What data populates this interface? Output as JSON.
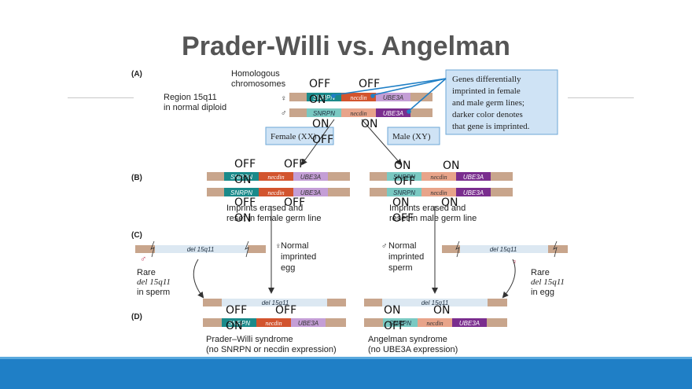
{
  "title": "Prader-Willi vs. Angelman",
  "panel_labels": {
    "a": "(A)",
    "b": "(B)",
    "c": "(C)",
    "d": "(D)"
  },
  "panel_a": {
    "homologous": "Homologous",
    "chromosomes": "chromosomes",
    "region_l1": "Region 15q11",
    "region_l2": "in normal diploid",
    "female_sym": "♀",
    "male_sym": "♂",
    "female_box": "Female (XX)",
    "male_box": "Male (XY)",
    "callout": [
      "Genes differentially",
      "imprinted in female",
      "and male germ lines;",
      "darker color denotes",
      "that gene is imprinted."
    ]
  },
  "genes": {
    "snrpn": "SNRPN",
    "necdin": "necdin",
    "ube3a": "UBE3A"
  },
  "panel_b": {
    "female_caption_l1": "Imprints erased and",
    "female_caption_l2": "reset in female germ line",
    "male_caption_l1": "Imprints erased and",
    "male_caption_l2": "reset in male germ line"
  },
  "panel_c": {
    "del": "del 15q11",
    "rare_sperm": [
      "Rare",
      "del 15q11",
      "in sperm"
    ],
    "rare_egg": [
      "Rare",
      "del 15q11",
      "in egg"
    ],
    "normal_egg": [
      "Normal",
      "imprinted",
      "egg"
    ],
    "normal_sperm": [
      "Normal",
      "imprinted",
      "sperm"
    ]
  },
  "panel_d": {
    "pws": "Prader–Willi syndrome",
    "pws_sub": "(no SNRPN or necdin expression)",
    "as": "Angelman syndrome",
    "as_sub": "(no UBE3A expression)"
  },
  "annotations": {
    "a_top": [
      "OFF",
      "OFF",
      "ON"
    ],
    "a_bottom": [
      "ON",
      "ON",
      "OFF"
    ],
    "b_female_top": [
      "OFF",
      "OFF",
      "ON"
    ],
    "b_female_bottom": [
      "OFF",
      "OFF",
      "ON"
    ],
    "b_male_top": [
      "ON",
      "ON",
      "OFF"
    ],
    "b_male_bottom": [
      "ON",
      "ON",
      "OFF"
    ],
    "d_pws": [
      "OFF",
      "OFF",
      "ON"
    ],
    "d_as": [
      "ON",
      "ON",
      "OFF"
    ]
  },
  "colors": {
    "accent": "#1f7fc6",
    "chromosome": "#c8a58c",
    "snrpn_dark": "#1a8a8a",
    "snrpn_light": "#7ac9c2",
    "necdin_dark": "#d2542e",
    "necdin_light": "#e8a48a",
    "ube3a_dark": "#7a2d8e",
    "ube3a_light": "#c49ed6",
    "box_fill": "#cfe3f5",
    "box_border": "#6ea7d6"
  }
}
